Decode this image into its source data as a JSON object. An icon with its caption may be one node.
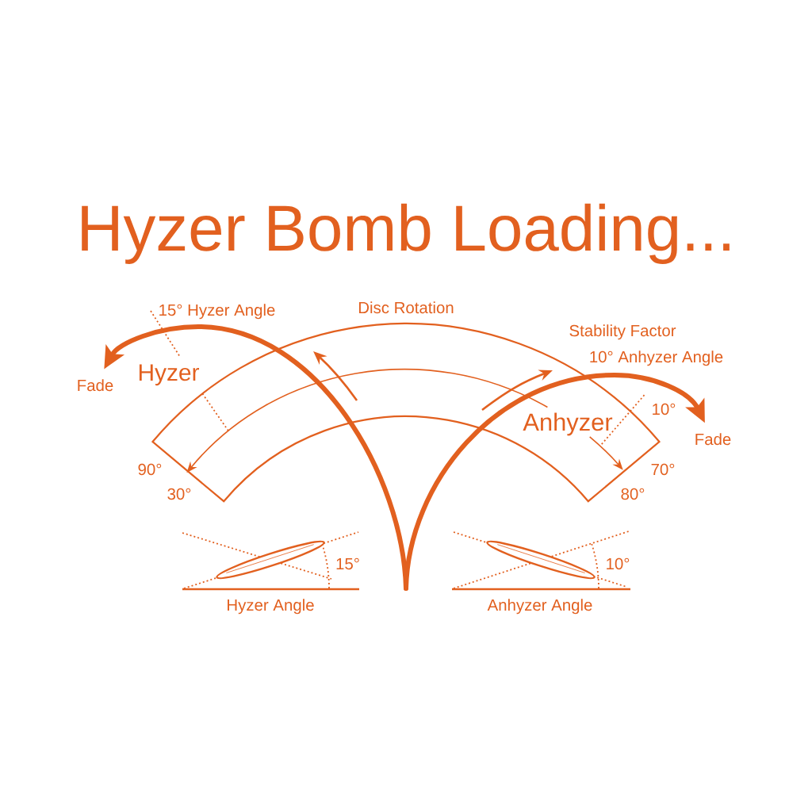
{
  "diagram": {
    "title": "Hyzer Bomb Loading...",
    "nodes": [
      {
        "text": [
          "Fade"
        ]
      },
      {
        "text": [
          "Fade"
        ]
      }
    ],
    "edges": [
      {
        "from": null,
        "to": 0,
        "arrow": "to"
      },
      {
        "from": null,
        "to": 1,
        "arrow": "to"
      }
    ],
    "labels": [
      "15° Hyzer Angle",
      "Disc Rotation",
      "Stability Factor",
      "10° Anhyzer Angle",
      "Hyzer",
      "10°",
      "Anhyzer",
      "90°",
      "70°",
      "30°",
      "80°",
      "15°",
      "10°",
      "Hyzer Angle",
      "Anhyzer Angle"
    ]
  }
}
